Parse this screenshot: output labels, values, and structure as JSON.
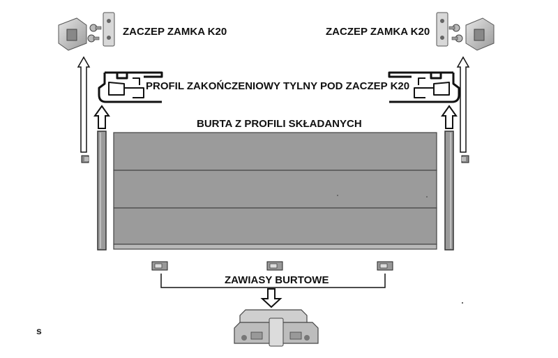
{
  "labels": {
    "lock_left": "ZACZEP ZAMKA K20",
    "lock_right": "ZACZEP ZAMKA K20",
    "profile": "PROFIL ZAKOŃCZENIOWY TYLNY POD ZACZEP K20",
    "panel": "BURTA Z PROFILI SKŁADANYCH",
    "hinges": "ZAWIASY BURTOWE",
    "stray_mark": "s"
  },
  "colors": {
    "panel_fill": "#9b9b9b",
    "panel_stroke": "#444444",
    "part_fill": "#c9c9c9",
    "part_dark": "#6f6f6f",
    "line": "#111111"
  },
  "panel": {
    "profile_count": 3
  },
  "hinge_count": 3
}
